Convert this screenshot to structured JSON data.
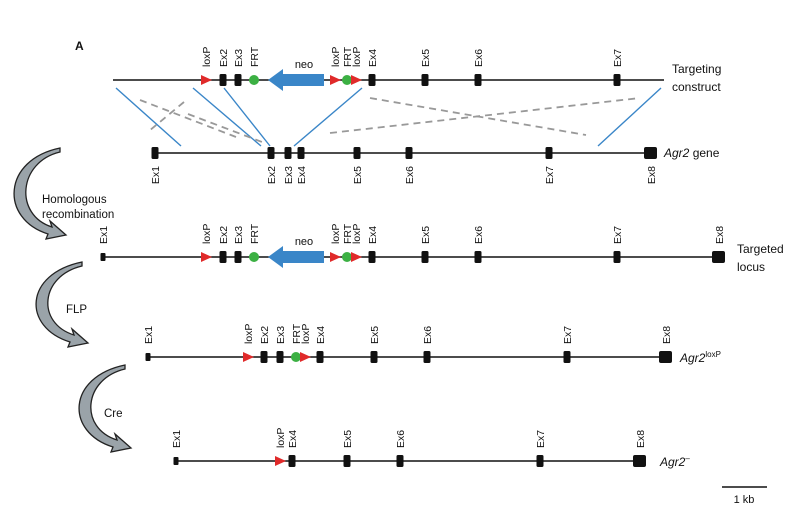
{
  "panel_label": "A",
  "colors": {
    "line": "#111111",
    "exon": "#111111",
    "loxp": "#e02a2a",
    "frt": "#3cb043",
    "neo": "#3a86c8",
    "homology": "#3a86c8",
    "cross": "#999999",
    "arrow_fill": "#9aa3a9"
  },
  "rows": [
    {
      "id": "targeting-construct",
      "name_lines": [
        "Targeting",
        "construct"
      ],
      "name_italic": "",
      "name_rest": "",
      "name_sup": "",
      "features": [
        {
          "kind": "loxp",
          "label": "loxP"
        },
        {
          "kind": "exon",
          "label": "Ex2"
        },
        {
          "kind": "exon",
          "label": "Ex3"
        },
        {
          "kind": "frt",
          "label": "FRT"
        },
        {
          "kind": "neo",
          "label": "neo"
        },
        {
          "kind": "loxp",
          "label": "loxP"
        },
        {
          "kind": "frt",
          "label": "FRT"
        },
        {
          "kind": "loxp",
          "label": "loxP"
        },
        {
          "kind": "exon",
          "label": "Ex4"
        },
        {
          "kind": "exon",
          "label": "Ex5"
        },
        {
          "kind": "exon",
          "label": "Ex6"
        },
        {
          "kind": "exon",
          "label": "Ex7"
        }
      ]
    },
    {
      "id": "agr2-gene",
      "name_lines": [],
      "name_italic": "Agr2",
      "name_rest": " gene",
      "name_sup": "",
      "features": [
        {
          "kind": "exon",
          "label": "Ex1"
        },
        {
          "kind": "exon",
          "label": "Ex2"
        },
        {
          "kind": "exon",
          "label": "Ex3"
        },
        {
          "kind": "exon",
          "label": "Ex4"
        },
        {
          "kind": "exon",
          "label": "Ex5"
        },
        {
          "kind": "exon",
          "label": "Ex6"
        },
        {
          "kind": "exon",
          "label": "Ex7"
        },
        {
          "kind": "exon",
          "label": "Ex8"
        }
      ]
    },
    {
      "id": "targeted-locus",
      "name_lines": [
        "Targeted",
        "locus"
      ],
      "name_italic": "",
      "name_rest": "",
      "name_sup": "",
      "features": [
        {
          "kind": "exon",
          "label": "Ex1"
        },
        {
          "kind": "loxp",
          "label": "loxP"
        },
        {
          "kind": "exon",
          "label": "Ex2"
        },
        {
          "kind": "exon",
          "label": "Ex3"
        },
        {
          "kind": "frt",
          "label": "FRT"
        },
        {
          "kind": "neo",
          "label": "neo"
        },
        {
          "kind": "loxp",
          "label": "loxP"
        },
        {
          "kind": "frt",
          "label": "FRT"
        },
        {
          "kind": "loxp",
          "label": "loxP"
        },
        {
          "kind": "exon",
          "label": "Ex4"
        },
        {
          "kind": "exon",
          "label": "Ex5"
        },
        {
          "kind": "exon",
          "label": "Ex6"
        },
        {
          "kind": "exon",
          "label": "Ex7"
        },
        {
          "kind": "exon",
          "label": "Ex8"
        }
      ]
    },
    {
      "id": "agr2-loxp",
      "name_lines": [],
      "name_italic": "Agr2",
      "name_rest": "",
      "name_sup": "loxP",
      "features": [
        {
          "kind": "exon",
          "label": "Ex1"
        },
        {
          "kind": "loxp",
          "label": "loxP"
        },
        {
          "kind": "exon",
          "label": "Ex2"
        },
        {
          "kind": "exon",
          "label": "Ex3"
        },
        {
          "kind": "frt",
          "label": "FRT"
        },
        {
          "kind": "loxp",
          "label": "loxP"
        },
        {
          "kind": "exon",
          "label": "Ex4"
        },
        {
          "kind": "exon",
          "label": "Ex5"
        },
        {
          "kind": "exon",
          "label": "Ex6"
        },
        {
          "kind": "exon",
          "label": "Ex7"
        },
        {
          "kind": "exon",
          "label": "Ex8"
        }
      ]
    },
    {
      "id": "agr2-null",
      "name_lines": [],
      "name_italic": "Agr2",
      "name_rest": "",
      "name_sup": "–",
      "features": [
        {
          "kind": "exon",
          "label": "Ex1"
        },
        {
          "kind": "loxp",
          "label": "loxP"
        },
        {
          "kind": "exon",
          "label": "Ex4"
        },
        {
          "kind": "exon",
          "label": "Ex5"
        },
        {
          "kind": "exon",
          "label": "Ex6"
        },
        {
          "kind": "exon",
          "label": "Ex7"
        },
        {
          "kind": "exon",
          "label": "Ex8"
        }
      ]
    }
  ],
  "steps": [
    {
      "id": "homologous-recombination",
      "lines": [
        "Homologous",
        "recombination"
      ]
    },
    {
      "id": "flp",
      "lines": [
        "FLP"
      ]
    },
    {
      "id": "cre",
      "lines": [
        "Cre"
      ]
    }
  ],
  "scale_bar": {
    "label": "1 kb"
  }
}
